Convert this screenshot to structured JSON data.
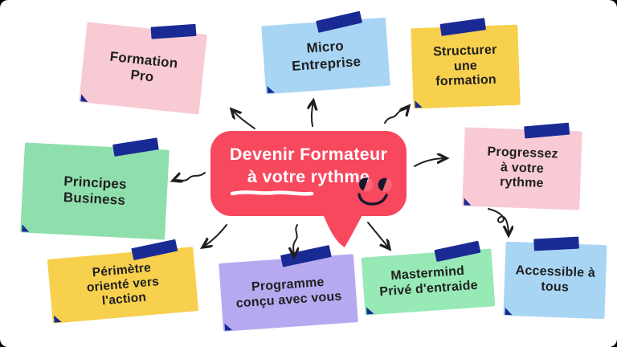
{
  "center_bubble": {
    "lines": [
      "Devenir Formateur",
      "à votre rythme"
    ],
    "color": "#F8485E",
    "text_color": "#FFFFFF"
  },
  "notes": [
    {
      "id": "formation-pro",
      "lines": [
        "Formation",
        "Pro"
      ],
      "color": "#F8CAD4"
    },
    {
      "id": "micro-entreprise",
      "lines": [
        "Micro",
        "Entreprise"
      ],
      "color": "#A9D5F5"
    },
    {
      "id": "structurer-une-formation",
      "lines": [
        "Structurer",
        "une",
        "formation"
      ],
      "color": "#F7D04E"
    },
    {
      "id": "progressez-a-votre-rythme",
      "lines": [
        "Progressez",
        "à votre",
        "rythme"
      ],
      "color": "#F8CAD4"
    },
    {
      "id": "principes-business",
      "lines": [
        "Principes",
        "Business"
      ],
      "color": "#8FDFAD"
    },
    {
      "id": "perimetre-oriente-action",
      "lines": [
        "Périmètre",
        "orienté vers",
        "l'action"
      ],
      "color": "#F7D04E"
    },
    {
      "id": "programme-concu-avec-vous",
      "lines": [
        "Programme",
        "conçu avec vous"
      ],
      "color": "#B7A9F0"
    },
    {
      "id": "mastermind-prive-entraide",
      "lines": [
        "Mastermind",
        "Privé d'entraide"
      ],
      "color": "#97E9B6"
    },
    {
      "id": "accessible-a-tous",
      "lines": [
        "Accessible à",
        "tous"
      ],
      "color": "#A9D5F5"
    }
  ],
  "decor": {
    "tape_color": "#1A2A94",
    "arrow_color": "#1F1F1F",
    "face_color": "#17172F",
    "underline_color": "#FFFFFF"
  }
}
